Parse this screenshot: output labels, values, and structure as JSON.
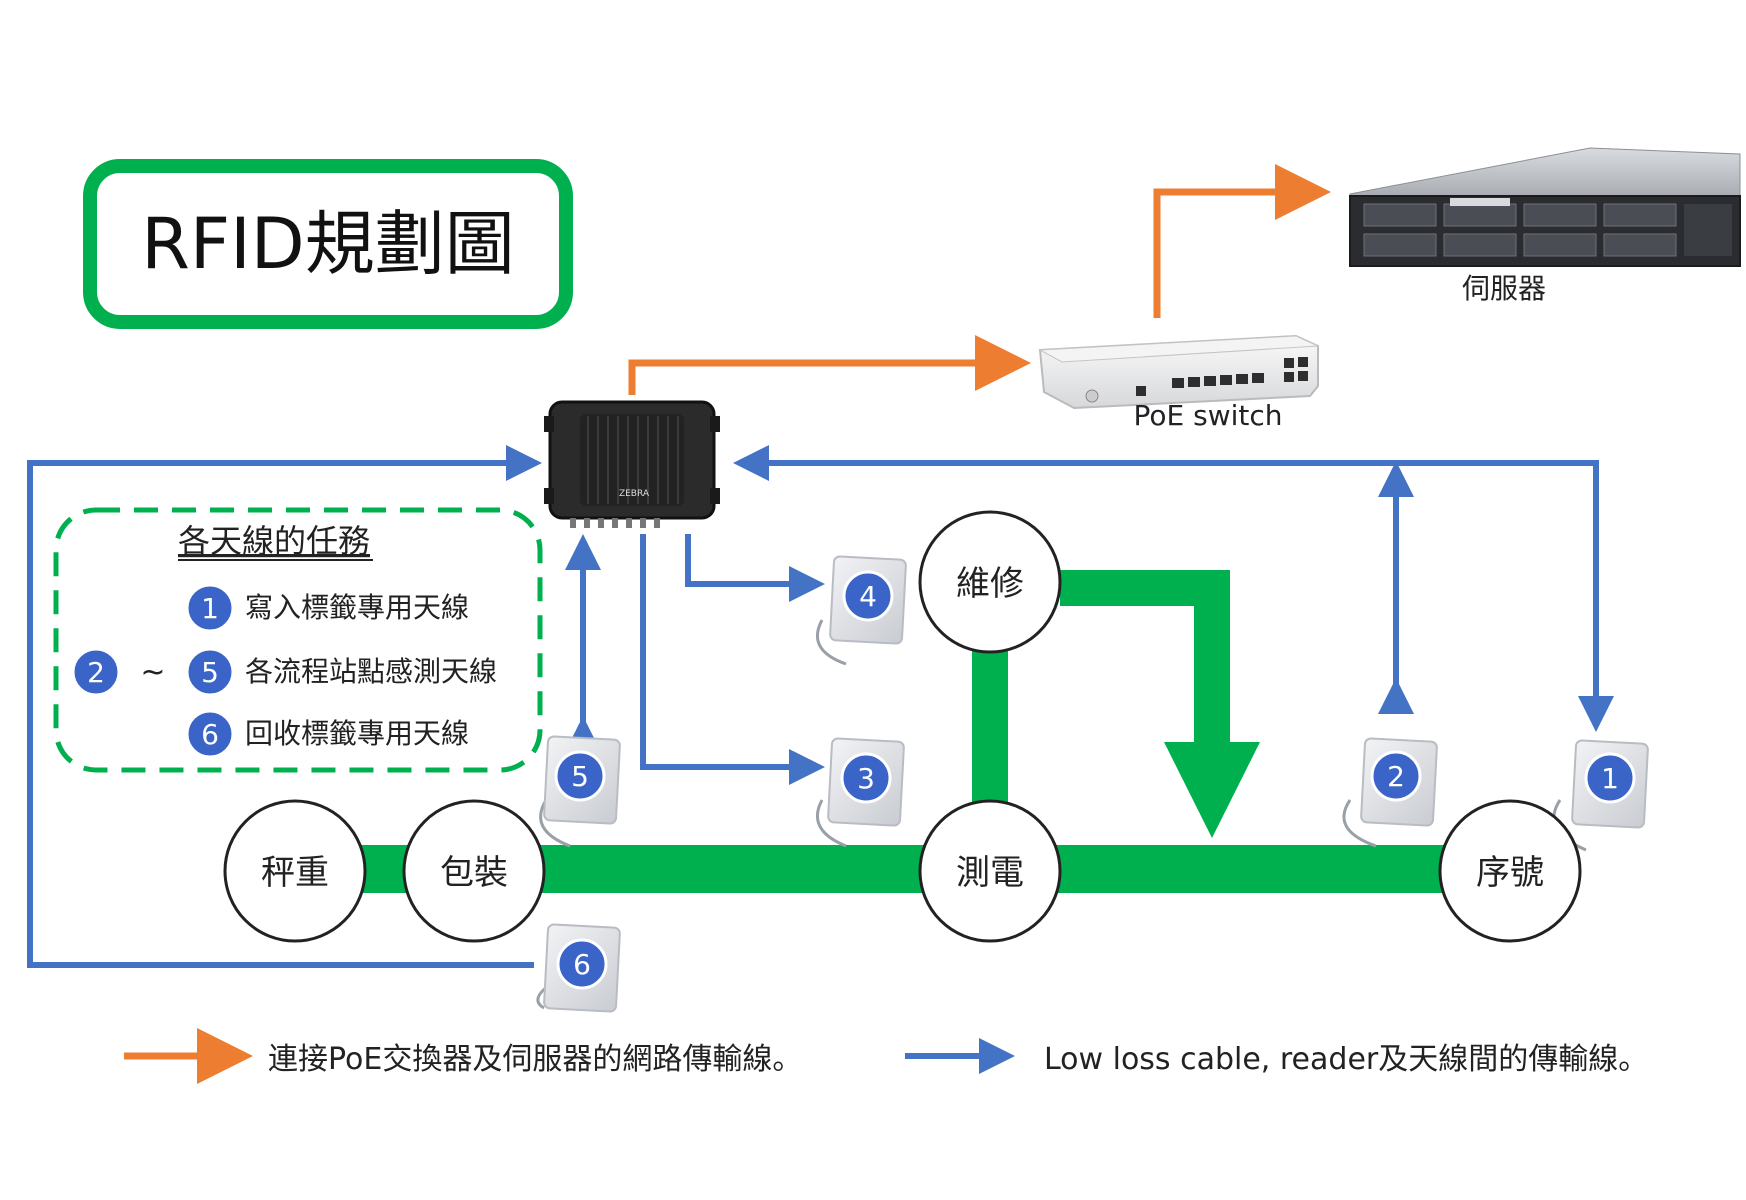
{
  "title": "RFID規劃圖",
  "devices": {
    "server_label": "伺服器",
    "switch_label": "PoE switch",
    "reader_brand": "ZEBRA"
  },
  "tasks_box": {
    "heading": "各天線的任務",
    "items": [
      {
        "badge": "1",
        "text": "寫入標籤專用天線"
      },
      {
        "badge_from": "2",
        "tilde": "~",
        "badge_to": "5",
        "text": "各流程站點感測天線"
      },
      {
        "badge": "6",
        "text": "回收標籤專用天線"
      }
    ]
  },
  "stations": {
    "weigh": "秤重",
    "pack": "包裝",
    "test": "測電",
    "repair": "維修",
    "serial": "序號"
  },
  "antennas": [
    "1",
    "2",
    "3",
    "4",
    "5",
    "6"
  ],
  "legend": {
    "orange": "連接PoE交換器及伺服器的網路傳輸線。",
    "blue": "Low loss cable, reader及天線間的傳輸線。"
  },
  "colors": {
    "orange": "#ED7D31",
    "blue": "#4472C4",
    "green": "#00B04F",
    "badge": "#3A64C8"
  }
}
